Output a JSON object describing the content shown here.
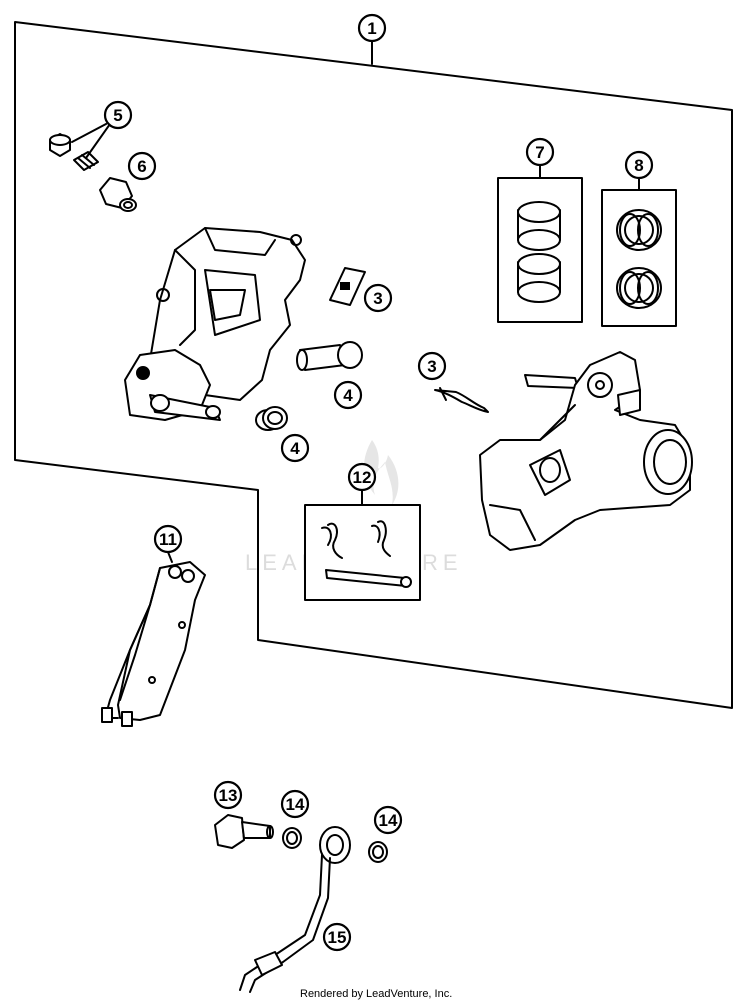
{
  "callouts": {
    "c1": "1",
    "c3a": "3",
    "c3b": "3",
    "c4a": "4",
    "c4b": "4",
    "c5": "5",
    "c6": "6",
    "c7": "7",
    "c8": "8",
    "c11": "11",
    "c12": "12",
    "c13": "13",
    "c14a": "14",
    "c14b": "14",
    "c15": "15"
  },
  "watermark": "LEADVENTURE",
  "footer": "Rendered by LeadVenture, Inc.",
  "colors": {
    "line": "#000000",
    "fill": "#ffffff",
    "watermark": "#dcdcdc"
  }
}
